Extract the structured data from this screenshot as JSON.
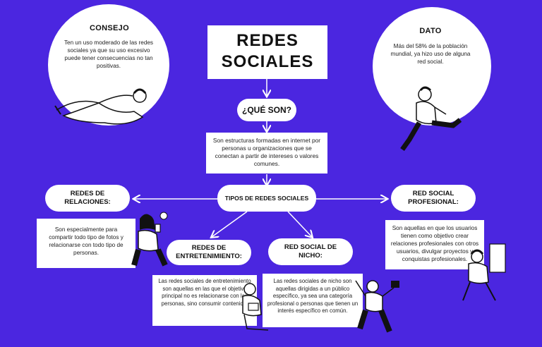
{
  "title_line1": "REDES",
  "title_line2": "SOCIALES",
  "question": "¿QUÉ SON?",
  "definition": "Son estructuras formadas en internet por personas u organizaciones que se conectan a partir de intereses o valores comunes.",
  "tipos": "TIPOS DE REDES SOCIALES",
  "consejo": {
    "heading": "CONSEJO",
    "text": "Ten un uso moderado de las redes sociales ya que su uso excesivo puede tener consecuencias no tan positivas."
  },
  "dato": {
    "heading": "DATO",
    "text": "Más del 58% de la población mundial, ya hizo uso de alguna red social."
  },
  "relaciones": {
    "heading_line1": "REDES DE",
    "heading_line2": "RELACIONES:",
    "text": "Son especialmente para compartir todo tipo de fotos y relacionarse con todo tipo de personas."
  },
  "profesional": {
    "heading_line1": "RED SOCIAL",
    "heading_line2": "PROFESIONAL:",
    "text": "Son aquellas en que los usuarios tienen como objetivo crear relaciones profesionales con otros usuarios, divulgar proyectos y conquistas profesionales."
  },
  "entretenimiento": {
    "heading_line1": "REDES DE",
    "heading_line2": "ENTRETENIMIENTO:",
    "text": "Las redes sociales de entretenimiento son aquellas en las que el objetivo principal no es relacionarse con las personas, sino consumir contenido."
  },
  "nicho": {
    "heading_line1": "RED SOCIAL DE",
    "heading_line2": "NICHO:",
    "text": "Las redes sociales de nicho son aquellas dirigidas a un público específico, ya sea una categoría profesional o personas que tienen un interés específico en común."
  },
  "colors": {
    "background": "#4b26e0",
    "card": "#ffffff",
    "line": "#ffffff"
  }
}
